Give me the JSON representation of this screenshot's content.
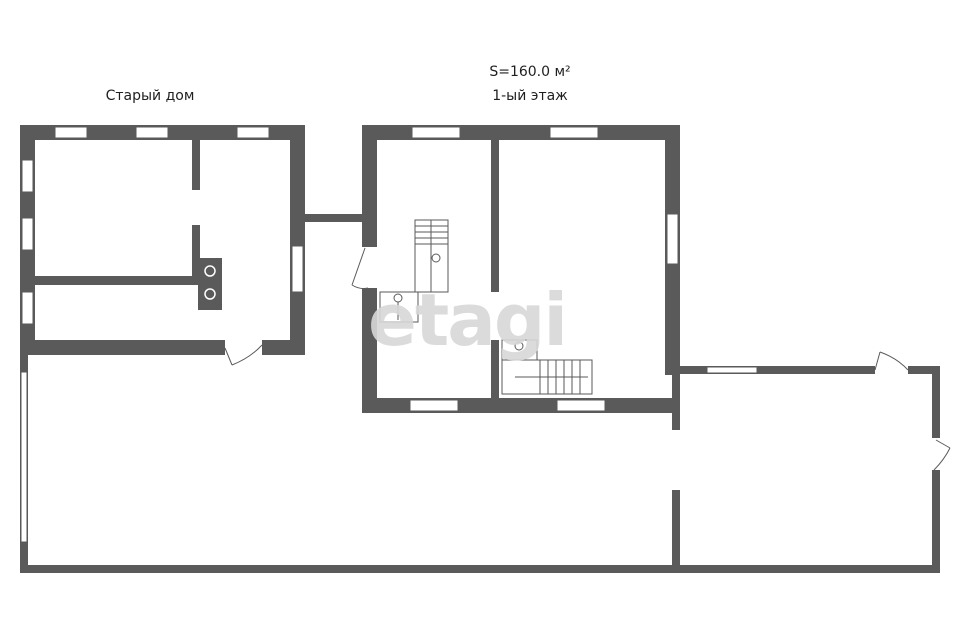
{
  "labels": {
    "old_house": "Старый дом",
    "area": "S=160.0 м²",
    "floor": "1-ый этаж"
  },
  "watermark": "etagi",
  "colors": {
    "wall": "#5a5a5a",
    "window": "#ffffff",
    "stairs": "#ffffff",
    "background": "#ffffff"
  }
}
